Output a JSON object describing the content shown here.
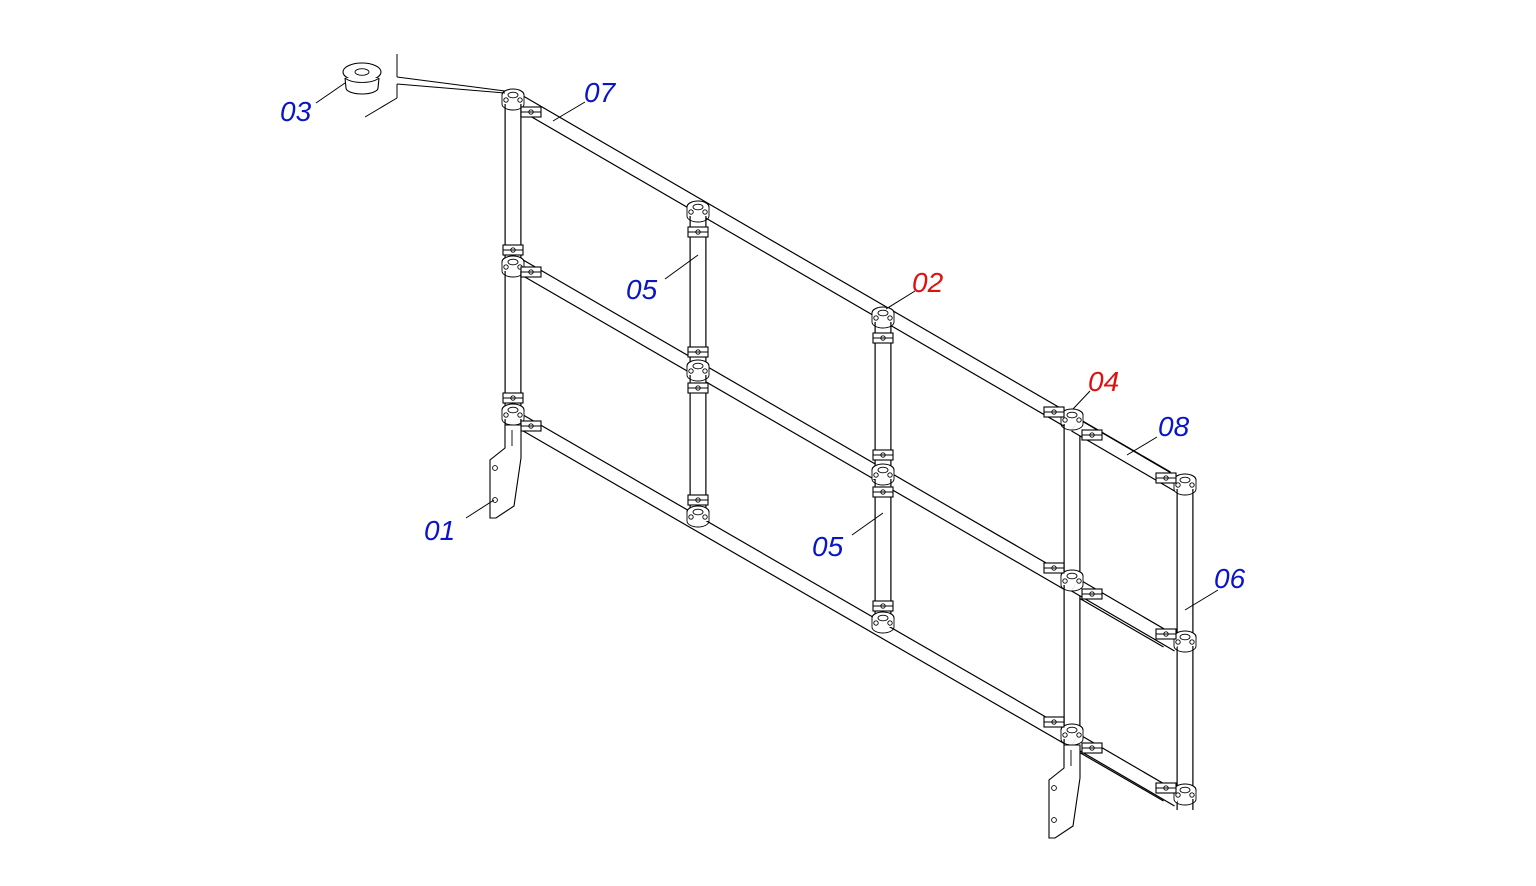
{
  "callouts": [
    {
      "id": "01",
      "label": "01",
      "color": "#0a14c8",
      "role": "base-plate"
    },
    {
      "id": "02",
      "label": "02",
      "color": "#e01010",
      "role": "top-rail-joint"
    },
    {
      "id": "03",
      "label": "03",
      "color": "#0a14c8",
      "role": "end-cap"
    },
    {
      "id": "04",
      "label": "04",
      "color": "#e01010",
      "role": "corner-joint"
    },
    {
      "id": "05a",
      "label": "05",
      "color": "#0a14c8",
      "role": "intermediate-post-left"
    },
    {
      "id": "05b",
      "label": "05",
      "color": "#0a14c8",
      "role": "intermediate-post-right"
    },
    {
      "id": "06",
      "label": "06",
      "color": "#0a14c8",
      "role": "end-post"
    },
    {
      "id": "07",
      "label": "07",
      "color": "#0a14c8",
      "role": "long-rail"
    },
    {
      "id": "08",
      "label": "08",
      "color": "#0a14c8",
      "role": "short-rail"
    }
  ],
  "colors": {
    "primary_callout": "#0a14c8",
    "highlight_callout": "#e01010",
    "line": "#000000"
  }
}
